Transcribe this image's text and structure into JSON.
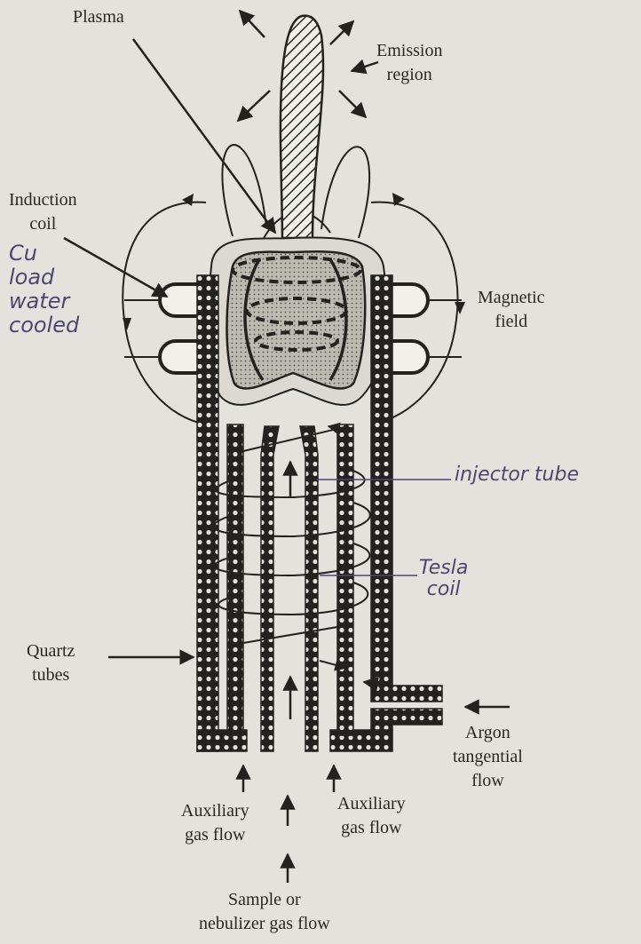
{
  "diagram": {
    "labels": {
      "plasma": "Plasma",
      "emission_region": [
        "Emission",
        "region"
      ],
      "induction_coil": [
        "Induction",
        "coil"
      ],
      "magnetic_field": [
        "Magnetic",
        "field"
      ],
      "quartz_tubes": [
        "Quartz",
        "tubes"
      ],
      "argon_flow": [
        "Argon",
        "tangential",
        "flow"
      ],
      "aux_gas_left": [
        "Auxiliary",
        "gas flow"
      ],
      "aux_gas_right": [
        "Auxiliary",
        "gas flow"
      ],
      "sample_flow": [
        "Sample or",
        "nebulizer gas flow"
      ]
    },
    "handwritten_notes": {
      "coil_note": [
        "Cu",
        "load",
        "water",
        "cooled"
      ],
      "injector_tube": "injector tube",
      "tesla_coil": [
        "Tesla",
        "coil"
      ]
    },
    "colors": {
      "paper": "#e4e2dc",
      "ink": "#24221f",
      "handwriting": "#4b4770",
      "plasma_fill": "#b9b6ae"
    }
  }
}
